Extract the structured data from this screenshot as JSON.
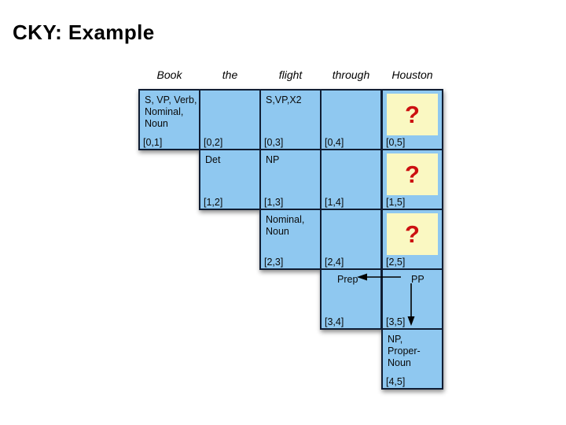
{
  "slide": {
    "title": "CKY: Example"
  },
  "colors": {
    "cell_fill": "#8FC8F0",
    "cell_border": "#101D33",
    "highlight_fill": "#FAF8C2",
    "question_red": "#CC1111",
    "title_color": "#000000",
    "background": "#FFFFFF"
  },
  "words": [
    "Book",
    "the",
    "flight",
    "through",
    "Houston"
  ],
  "chart": {
    "type": "cky-parse-chart",
    "rows": [
      {
        "cells": [
          {
            "content": "S, VP, Verb,\nNominal,\nNoun",
            "span": "[0,1]"
          },
          {
            "content": "",
            "span": "[0,2]"
          },
          {
            "content": "S,VP,X2",
            "span": "[0,3]"
          },
          {
            "content": "",
            "span": "[0,4]"
          },
          {
            "content": "?",
            "span": "[0,5]",
            "highlight": true
          }
        ]
      },
      {
        "cells": [
          {
            "content": "Det",
            "span": "[1,2]"
          },
          {
            "content": "NP",
            "span": "[1,3]"
          },
          {
            "content": "",
            "span": "[1,4]"
          },
          {
            "content": "?",
            "span": "[1,5]",
            "highlight": true
          }
        ]
      },
      {
        "cells": [
          {
            "content": "Nominal,\nNoun",
            "span": "[2,3]"
          },
          {
            "content": "",
            "span": "[2,4]"
          },
          {
            "content": "?",
            "span": "[2,5]",
            "highlight": true
          }
        ]
      },
      {
        "cells": [
          {
            "content": "Prep",
            "span": "[3,4]"
          },
          {
            "content": "PP",
            "span": "[3,5]"
          }
        ]
      },
      {
        "cells": [
          {
            "content": "NP,\nProper-\nNoun",
            "span": "[4,5]"
          }
        ]
      }
    ],
    "arrows": [
      {
        "from": "PP",
        "to": "Prep",
        "direction": "left"
      },
      {
        "from": "PP",
        "to": "[4,5]",
        "direction": "down"
      }
    ]
  }
}
